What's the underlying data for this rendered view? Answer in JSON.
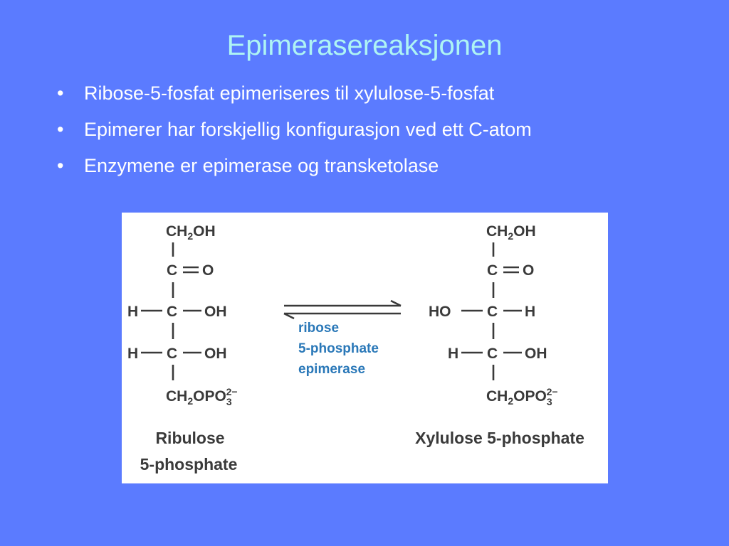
{
  "slide": {
    "title": "Epimerasereaksjonen",
    "bullet_glyph": "•",
    "bullets": [
      "Ribose-5-fosfat epimeriseres til xylulose-5-fosfat",
      "Epimerer har forskjellig konfigurasjon ved ett C-atom",
      "Enzymene er epimerase og transketolase"
    ]
  },
  "figure": {
    "left": {
      "top": "CH2OH",
      "carbonyl_c": "C",
      "carbonyl_o": "O",
      "row3": {
        "left": "H",
        "center": "C",
        "right": "OH"
      },
      "row4": {
        "left": "H",
        "center": "C",
        "right": "OH"
      },
      "bottom": "CH2OPO3 2−",
      "name_line1": "Ribulose",
      "name_line2": "5-phosphate"
    },
    "right": {
      "top": "CH2OH",
      "carbonyl_c": "C",
      "carbonyl_o": "O",
      "row3": {
        "left": "HO",
        "center": "C",
        "right": "H"
      },
      "row4": {
        "left": "H",
        "center": "C",
        "right": "OH"
      },
      "bottom": "CH2OPO3 2−",
      "name": "Xylulose 5-phosphate"
    },
    "enzyme": {
      "line1": "ribose",
      "line2": "5-phosphate",
      "line3": "epimerase"
    }
  }
}
